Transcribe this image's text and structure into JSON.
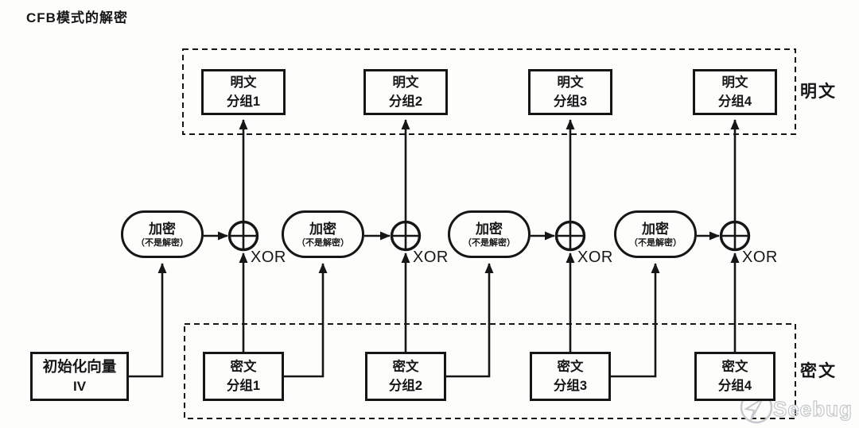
{
  "title": "CFB模式的解密",
  "xor_label": "XOR",
  "plaintext_region": {
    "side_label": "明文",
    "blocks": [
      {
        "line1": "明文",
        "line2": "分组1"
      },
      {
        "line1": "明文",
        "line2": "分组2"
      },
      {
        "line1": "明文",
        "line2": "分组3"
      },
      {
        "line1": "明文",
        "line2": "分组4"
      }
    ]
  },
  "encrypt_nodes": [
    {
      "line1": "加密",
      "line2": "（不是解密）"
    },
    {
      "line1": "加密",
      "line2": "（不是解密）"
    },
    {
      "line1": "加密",
      "line2": "（不是解密）"
    },
    {
      "line1": "加密",
      "line2": "（不是解密）"
    }
  ],
  "ciphertext_region": {
    "side_label": "密文",
    "blocks": [
      {
        "line1": "密文",
        "line2": "分组1"
      },
      {
        "line1": "密文",
        "line2": "分组2"
      },
      {
        "line1": "密文",
        "line2": "分组3"
      },
      {
        "line1": "密文",
        "line2": "分组4"
      }
    ]
  },
  "iv_block": {
    "line1": "初始化向量",
    "line2": "IV"
  },
  "watermark": {
    "text": "Seebug"
  }
}
